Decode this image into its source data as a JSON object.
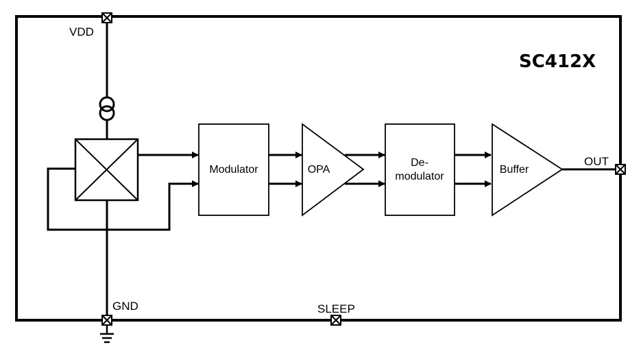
{
  "chip": {
    "title": "SC412X"
  },
  "pins": {
    "vdd": "VDD",
    "gnd": "GND",
    "sleep": "SLEEP",
    "out": "OUT"
  },
  "blocks": {
    "modulator": "Modulator",
    "opa": "OPA",
    "demodulator_line1": "De-",
    "demodulator_line2": "modulator",
    "buffer": "Buffer"
  }
}
